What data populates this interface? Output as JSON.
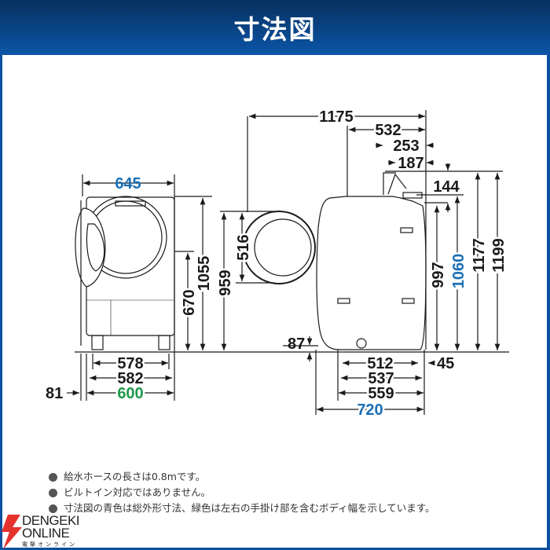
{
  "header": {
    "title": "寸法図"
  },
  "colors": {
    "header": "#0b4fa0",
    "total_dimension": "#1a6fb5",
    "body_width": "#1a9a4a"
  },
  "front_view": {
    "width_total": "645",
    "height_1055": "1055",
    "height_670": "670",
    "height_959": "959",
    "door_516": "516",
    "foot_578": "578",
    "foot_582": "582",
    "body_width": "600",
    "door_offset": "81"
  },
  "side_view": {
    "depth_1175": "1175",
    "depth_532": "532",
    "depth_253": "253",
    "depth_187": "187",
    "gap_144": "144",
    "height_997": "997",
    "height_total": "1060",
    "height_1177": "1177",
    "height_1199": "1199",
    "base_512": "512",
    "offset_45": "45",
    "base_537": "537",
    "base_559": "559",
    "depth_total": "720",
    "lift_87": "87"
  },
  "notes": [
    "給水ホースの長さは0.8mです。",
    "ビルトイン対応ではありません。",
    "寸法図の青色は総外形寸法、緑色は左右の手掛け部を含むボディ幅を示しています。"
  ],
  "logo": {
    "line1": "DENGEKI",
    "line2": "ONLINE",
    "sub": "電撃オンライン"
  }
}
